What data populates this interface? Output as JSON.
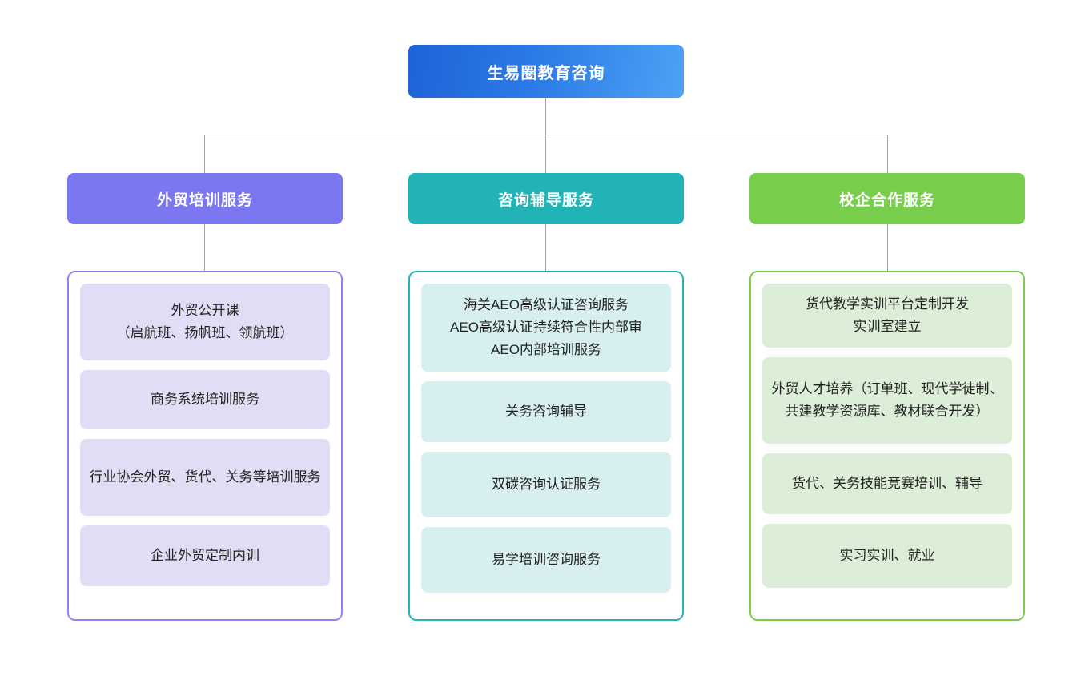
{
  "diagram": {
    "type": "organization-chart",
    "root": {
      "label": "生易圈教育咨询",
      "color": "#2b7ae6",
      "gradient_from": "#1f62d8",
      "gradient_to": "#4da2f5"
    },
    "branches": [
      {
        "id": "training",
        "header_label": "外贸培训服务",
        "header_color": "#7b77f0",
        "border_color": "#8b85f2",
        "leaf_color": "#e2ddf4",
        "items": [
          {
            "label": "外贸公开课\n（启航班、扬帆班、领航班）",
            "lines": 2
          },
          {
            "label": "商务系统培训服务",
            "lines": 1
          },
          {
            "label": "行业协会外贸、货代、关务等培训服务",
            "lines": 2
          },
          {
            "label": "企业外贸定制内训",
            "lines": 1
          }
        ]
      },
      {
        "id": "consulting",
        "header_label": "咨询辅导服务",
        "header_color": "#21b3b5",
        "border_color": "#23b5b7",
        "leaf_color": "#d8efef",
        "items": [
          {
            "label": "海关AEO高级认证咨询服务\nAEO高级认证持续符合性内部审\nAEO内部培训服务",
            "lines": 3
          },
          {
            "label": "关务咨询辅导",
            "lines": 1
          },
          {
            "label": "双碳咨询认证服务",
            "lines": 1
          },
          {
            "label": "易学培训咨询服务",
            "lines": 1
          }
        ]
      },
      {
        "id": "school-enterprise",
        "header_label": "校企合作服务",
        "header_color": "#78cd4c",
        "border_color": "#7ccd4e",
        "leaf_color": "#ddeed8",
        "items": [
          {
            "label": "货代教学实训平台定制开发\n实训室建立",
            "lines": 2
          },
          {
            "label": "外贸人才培养（订单班、现代学徒制、共建教学资源库、教材联合开发）",
            "lines": 3
          },
          {
            "label": "货代、关务技能竞赛培训、辅导",
            "lines": 1
          },
          {
            "label": "实习实训、就业",
            "lines": 1
          }
        ]
      }
    ],
    "connector_color": "#9aa6b2"
  }
}
